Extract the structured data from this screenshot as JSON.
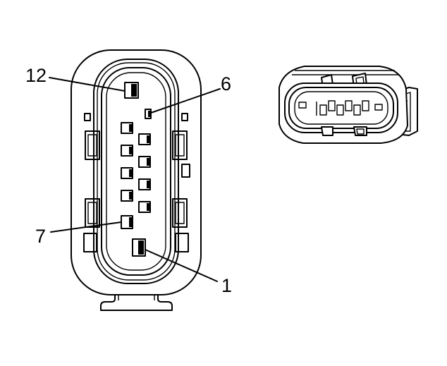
{
  "diagram": {
    "pin_labels": {
      "pin_12": "12",
      "pin_6": "6",
      "pin_7": "7",
      "pin_1": "1"
    },
    "line_color": "#000000",
    "background_color": "#ffffff"
  }
}
